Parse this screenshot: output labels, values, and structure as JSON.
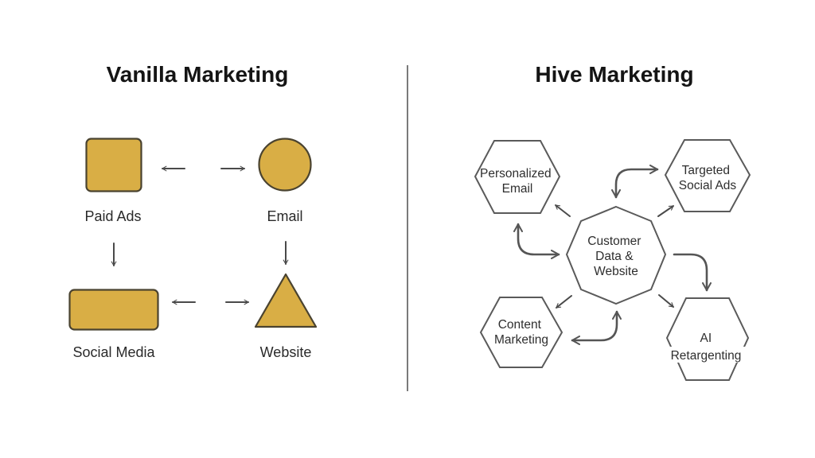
{
  "colors": {
    "shape_fill": "#D9AE45",
    "shape_stroke": "#4A4330",
    "text": "#2A2A2A",
    "outline": "#5A5A5A",
    "divider": "#7A7A7A",
    "background": "#FFFFFF"
  },
  "left_panel": {
    "title": "Vanilla Marketing",
    "nodes": [
      {
        "id": "paid-ads",
        "shape": "rounded-square",
        "label": "Paid Ads"
      },
      {
        "id": "email",
        "shape": "circle",
        "label": "Email"
      },
      {
        "id": "social-media",
        "shape": "rounded-rectangle",
        "label": "Social Media"
      },
      {
        "id": "website",
        "shape": "triangle",
        "label": "Website"
      }
    ],
    "arrows": [
      {
        "from": "email",
        "to": "paid-ads",
        "glyph": "left-arrow"
      },
      {
        "from": "paid-ads",
        "to": "email",
        "glyph": "right-arrow"
      },
      {
        "from": "paid-ads",
        "to": "social-media",
        "glyph": "down-arrow"
      },
      {
        "from": "email",
        "to": "website",
        "glyph": "down-arrow"
      },
      {
        "from": "website",
        "to": "social-media",
        "glyph": "left-arrow"
      },
      {
        "from": "social-media",
        "to": "website",
        "glyph": "right-arrow"
      }
    ]
  },
  "right_panel": {
    "title": "Hive Marketing",
    "center": {
      "id": "customer-data",
      "shape": "octagon",
      "lines": [
        "Customer",
        "Data &",
        "Website"
      ]
    },
    "nodes": [
      {
        "id": "personalized-email",
        "shape": "hexagon",
        "lines": [
          "Personalized",
          "Email"
        ]
      },
      {
        "id": "targeted-social-ads",
        "shape": "hexagon",
        "lines": [
          "Targeted",
          "Social Ads"
        ]
      },
      {
        "id": "content-marketing",
        "shape": "hexagon",
        "lines": [
          "Content",
          "Marketing"
        ]
      },
      {
        "id": "ai-retargenting",
        "shape": "hexagon",
        "lines": [
          "AI",
          "Retargenting"
        ]
      }
    ],
    "connections": [
      {
        "from": "customer-data",
        "to": "personalized-email",
        "type": "straight-arrow"
      },
      {
        "from": "customer-data",
        "to": "targeted-social-ads",
        "type": "straight-arrow"
      },
      {
        "from": "customer-data",
        "to": "content-marketing",
        "type": "straight-arrow"
      },
      {
        "from": "customer-data",
        "to": "ai-retargenting",
        "type": "straight-arrow"
      },
      {
        "from": "customer-data",
        "to": "targeted-social-ads",
        "type": "curved-double-arrow"
      },
      {
        "from": "personalized-email",
        "to": "customer-data",
        "type": "curved-double-arrow"
      },
      {
        "from": "customer-data",
        "to": "ai-retargenting",
        "type": "curved-arrow"
      },
      {
        "from": "customer-data",
        "to": "content-marketing",
        "type": "curved-double-arrow"
      }
    ]
  }
}
